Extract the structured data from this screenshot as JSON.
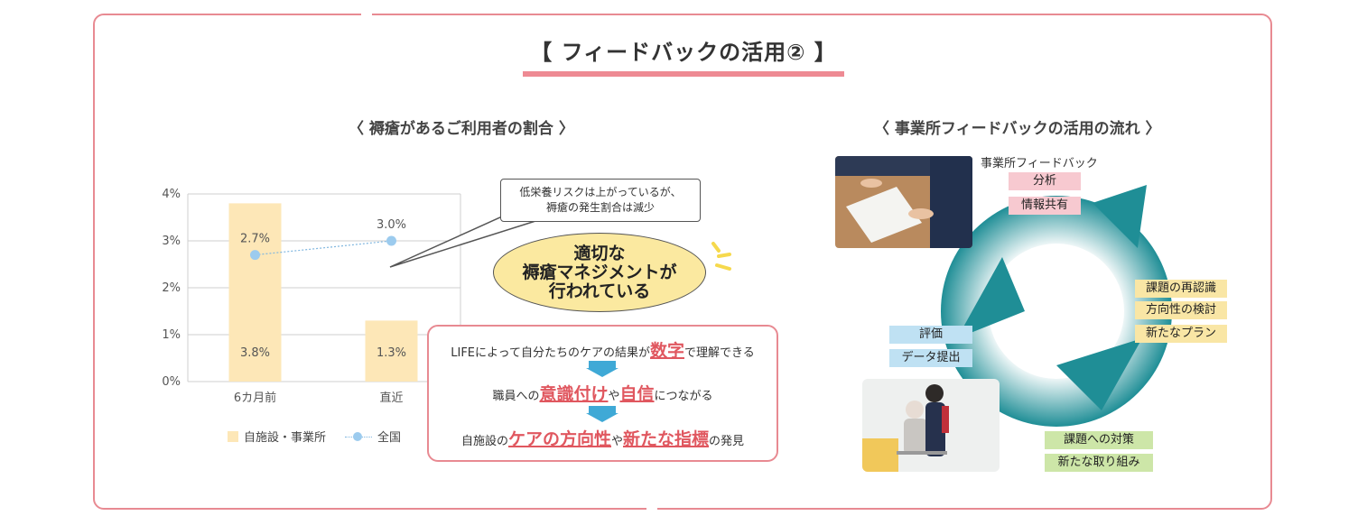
{
  "title": "【 フィードバックの活用② 】",
  "left": {
    "subtitle": "〈 褥瘡があるご利用者の割合 〉",
    "callout": {
      "line1": "低栄養リスクは上がっているが、",
      "line2": "褥瘡の発生割合は減少"
    },
    "ellipse": {
      "line1": "適切な",
      "line2": "褥瘡マネジメントが",
      "line3": "行われている"
    },
    "box": {
      "line1_pre": "LIFEによって自分たちのケアの結果が",
      "line1_hl": "数字",
      "line1_post": "で理解できる",
      "line2_pre": "職員への",
      "line2_hl1": "意識付け",
      "line2_mid": "や",
      "line2_hl2": "自信",
      "line2_post": "につながる",
      "line3_pre": "自施設の",
      "line3_hl1": "ケアの方向性",
      "line3_mid": "や",
      "line3_hl2": "新たな指標",
      "line3_post": "の発見"
    },
    "legend": {
      "bar": "自施設・事業所",
      "line": "全国"
    }
  },
  "right": {
    "subtitle": "〈 事業所フィードバックの活用の流れ 〉",
    "feedback_label": "事業所フィードバック",
    "tags_top": [
      "分析",
      "情報共有"
    ],
    "tags_right": [
      "課題の再認識",
      "方向性の検討",
      "新たなプラン"
    ],
    "tags_left": [
      "評価",
      "データ提出"
    ],
    "tags_bottom": [
      "課題への対策",
      "新たな取り組み"
    ]
  },
  "colors": {
    "frame": "#e88a92",
    "bar": "#fde7b7",
    "line": "#9ccbee",
    "cycle": "#1f8e96",
    "highlight": "#e0575f",
    "arrow": "#3fa9d6"
  },
  "chart_data": {
    "type": "bar",
    "categories": [
      "6カ月前",
      "直近"
    ],
    "series": [
      {
        "name": "自施設・事業所",
        "type": "bar",
        "values": [
          3.8,
          1.3
        ],
        "labels": [
          "3.8%",
          "1.3%"
        ]
      },
      {
        "name": "全国",
        "type": "line",
        "values": [
          2.7,
          3.0
        ],
        "labels": [
          "2.7%",
          "3.0%"
        ]
      }
    ],
    "yticks": [
      "4%",
      "3%",
      "2%",
      "1%",
      "0%"
    ],
    "ylim": [
      0,
      4
    ],
    "grid": true,
    "legend": "bottom"
  }
}
